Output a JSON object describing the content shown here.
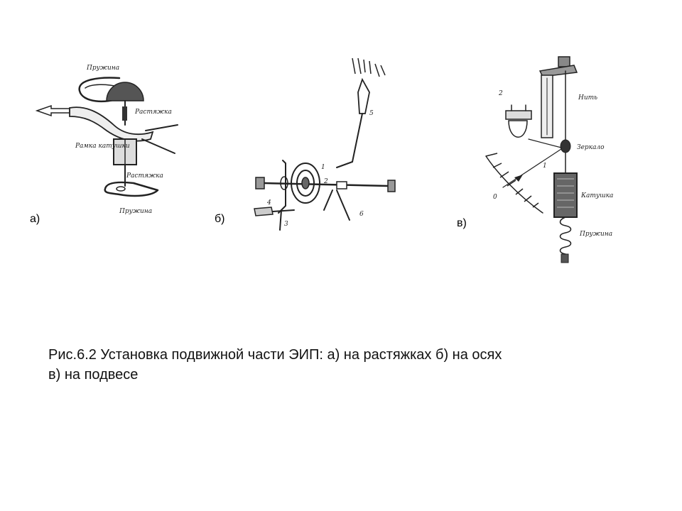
{
  "figure": {
    "panels": [
      {
        "id": "a",
        "label": "а)",
        "annotations": [
          "Пружина",
          "Растяжка",
          "Рамка катушки",
          "Растяжка",
          "Пружина"
        ]
      },
      {
        "id": "b",
        "label": "б)",
        "annotations": [
          "1",
          "2",
          "3",
          "4",
          "5",
          "6"
        ]
      },
      {
        "id": "v",
        "label": "в)",
        "annotations": [
          "2",
          "Нить",
          "Зеркало",
          "1",
          "0",
          "Катушка",
          "Пружина"
        ]
      }
    ],
    "caption_line1": "Рис.6.2 Установка подвижной части ЭИП: а) на растяжках б) на осях",
    "caption_line2": "в) на подвесе"
  }
}
